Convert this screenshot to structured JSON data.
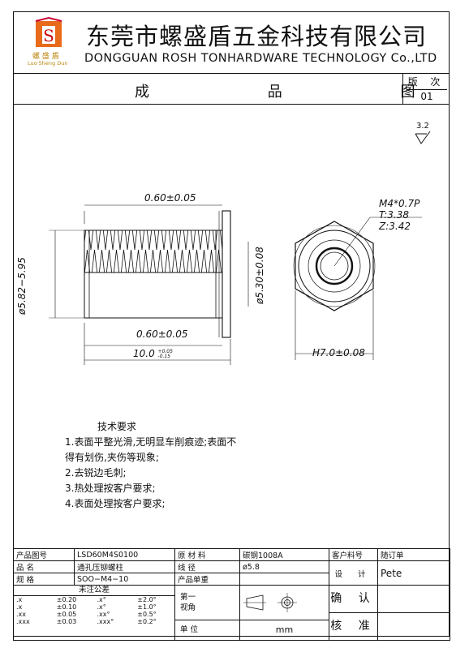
{
  "header": {
    "company_cn": "东莞市螺盛盾五金科技有限公司",
    "company_en": "DONGGUAN ROSH TONHARDWARE TECHNOLOGY Co.,LTD",
    "logo": {
      "brand_cn": "螺 盛 盾",
      "brand_en": "Luo·Sheng Dun",
      "letter": "S"
    }
  },
  "title": {
    "label": "成 品 图",
    "revision_label": "版 次",
    "revision": "01"
  },
  "drawing": {
    "roughness": "3.2",
    "dims": {
      "flange_top": "0.60±0.05",
      "flange_bottom": "0.60±0.05",
      "length": "10.0",
      "length_tol_upper": "+0.05",
      "length_tol_lower": "-0.15",
      "thread_od": "ø5.82−5.95",
      "body_od": "ø5.30±0.08",
      "hex": "H7.0±0.08",
      "thread_spec": "M4*0.7P",
      "thread_t": "T:3.38",
      "thread_z": "Z:3.42"
    }
  },
  "tech_requirements": {
    "title": "技术要求",
    "items": [
      "1.表面平整光滑,无明显车削痕迹;表面不",
      "得有划伤,夹伤等现象;",
      "2.去锐边毛刺;",
      "3.热处理按客户要求;",
      "4.表面处理按客户要求;"
    ]
  },
  "title_block": {
    "product_no_label": "产品图号",
    "product_no": "LSD60M4S0100",
    "name_label": "品    名",
    "name": "通孔压铆螺柱",
    "spec_label": "规    格",
    "spec": "SOO−M4−10",
    "material_label": "原 材 料",
    "material": "碳钢1008A",
    "wire_label": "线    径",
    "wire": "ø5.8",
    "weight_label": "产品单重",
    "weight": "",
    "customer_no_label": "客户料号",
    "customer_no": "随订单",
    "design_label": "设 计",
    "designer": "Pete",
    "confirm_label": "确 认",
    "confirm": "",
    "approve_label": "核 准",
    "approve": "",
    "view_label": "第一\n视角",
    "unit_label": "单    位",
    "unit": "mm",
    "tol_title": "未注公差",
    "tol_linear": [
      {
        "k": ".x",
        "v": "±0.20"
      },
      {
        "k": ".x",
        "v": "±0.10"
      },
      {
        "k": ".xx",
        "v": "±0.05"
      },
      {
        "k": ".xxx",
        "v": "±0.03"
      }
    ],
    "tol_angle": [
      {
        "k": ".x°",
        "v": "±2.0°"
      },
      {
        "k": ".x°",
        "v": "±1.0°"
      },
      {
        "k": ".xx°",
        "v": "±0.5°"
      },
      {
        "k": ".xxx°",
        "v": "±0.2°"
      }
    ]
  }
}
